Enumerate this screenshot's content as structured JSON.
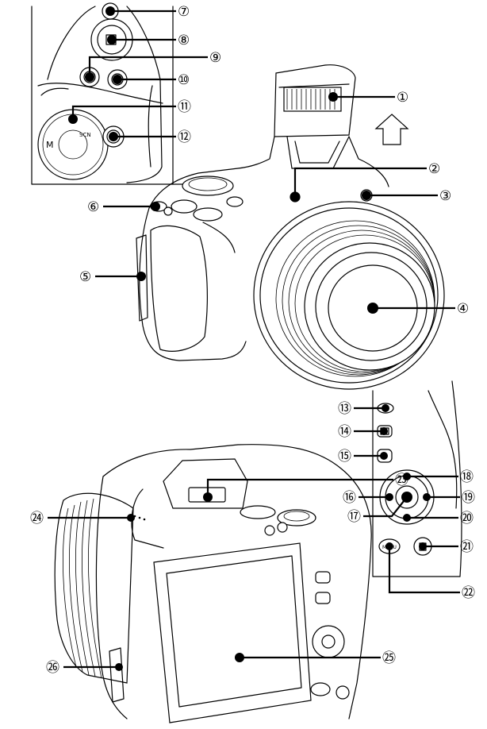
{
  "diagram": {
    "callouts": [
      {
        "id": "1",
        "label": "①"
      },
      {
        "id": "2",
        "label": "②"
      },
      {
        "id": "3",
        "label": "③"
      },
      {
        "id": "4",
        "label": "④"
      },
      {
        "id": "5",
        "label": "⑤"
      },
      {
        "id": "6",
        "label": "⑥"
      },
      {
        "id": "7",
        "label": "⑦"
      },
      {
        "id": "8",
        "label": "⑧"
      },
      {
        "id": "9",
        "label": "⑨"
      },
      {
        "id": "10",
        "label": "⑩"
      },
      {
        "id": "11",
        "label": "⑪"
      },
      {
        "id": "12",
        "label": "⑫"
      },
      {
        "id": "13",
        "label": "⑬"
      },
      {
        "id": "14",
        "label": "⑭"
      },
      {
        "id": "15",
        "label": "⑮"
      },
      {
        "id": "16",
        "label": "⑯"
      },
      {
        "id": "17",
        "label": "⑰"
      },
      {
        "id": "18",
        "label": "⑱"
      },
      {
        "id": "19",
        "label": "⑲"
      },
      {
        "id": "20",
        "label": "⑳"
      },
      {
        "id": "21",
        "label": "㉑"
      },
      {
        "id": "22",
        "label": "㉒"
      },
      {
        "id": "23",
        "label": "㉓"
      },
      {
        "id": "24",
        "label": "㉔"
      },
      {
        "id": "25",
        "label": "㉕"
      },
      {
        "id": "26",
        "label": "㉖"
      }
    ],
    "dial_labels": {
      "m": "M",
      "scn": "SCN"
    },
    "button_labels": {
      "menu": "MENU"
    }
  }
}
